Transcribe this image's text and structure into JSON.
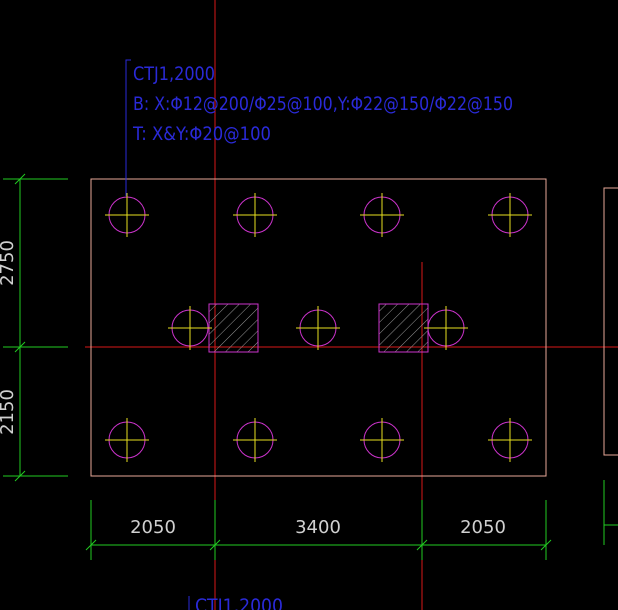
{
  "colors": {
    "background": "#000000",
    "outline": "#e8a898",
    "axis": "#d81818",
    "dimension": "#22cc22",
    "label": "#2a2ad8",
    "pile_circle": "#cc33cc",
    "pile_cross": "#e8e020",
    "column": "#cc33cc",
    "hatch": "#999999"
  },
  "label": {
    "line1": "CTJ1,2000",
    "line2": "B: X:Φ12@200/Φ25@100,Y:Φ22@150/Φ22@150",
    "line3": "T: X&Y:Φ20@100"
  },
  "dimensions": {
    "horizontal": [
      "2050",
      "3400",
      "2050"
    ],
    "vertical": [
      "2750",
      "2150"
    ]
  },
  "bottom_label": "CTJ1,2000"
}
